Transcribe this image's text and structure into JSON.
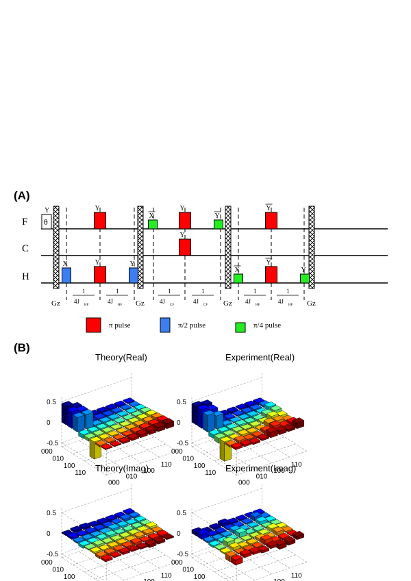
{
  "panel_a": {
    "label": "(A)",
    "channels": [
      "F",
      "C",
      "H"
    ],
    "theta_pulse": {
      "phase": "Y",
      "symbol": "θ"
    },
    "gradient_label": "Gz",
    "pulses": [
      {
        "channel": "F",
        "kind": "pi",
        "phase": "Y"
      },
      {
        "channel": "F",
        "kind": "pi4",
        "phase": "X",
        "overbar": true
      },
      {
        "channel": "F",
        "kind": "pi",
        "phase": "Y"
      },
      {
        "channel": "F",
        "kind": "pi4",
        "phase": "Y",
        "overbar": true
      },
      {
        "channel": "F",
        "kind": "pi",
        "phase": "Y",
        "overbar": true
      },
      {
        "channel": "C",
        "kind": "pi",
        "phase": "Y"
      },
      {
        "channel": "H",
        "kind": "pi2",
        "phase": "X"
      },
      {
        "channel": "H",
        "kind": "pi",
        "phase": "Y"
      },
      {
        "channel": "H",
        "kind": "pi2",
        "phase": "Y"
      },
      {
        "channel": "H",
        "kind": "pi4",
        "phase": "X",
        "overbar": true
      },
      {
        "channel": "H",
        "kind": "pi",
        "phase": "Y",
        "overbar": true
      },
      {
        "channel": "H",
        "kind": "pi4",
        "phase": "Y"
      }
    ],
    "delays": [
      {
        "num": "1",
        "den": "4J",
        "sub": "HF"
      },
      {
        "num": "1",
        "den": "4J",
        "sub": "HF"
      },
      {
        "num": "1",
        "den": "4J",
        "sub": "CF"
      },
      {
        "num": "1",
        "den": "4J",
        "sub": "CF"
      },
      {
        "num": "1",
        "den": "4J",
        "sub": "HF"
      },
      {
        "num": "1",
        "den": "4J",
        "sub": "HF"
      }
    ],
    "legend": [
      {
        "label": "π  pulse",
        "color": "#ff0000"
      },
      {
        "label": "π/2  pulse",
        "color": "#3d7ff0"
      },
      {
        "label": "π/4  pulse",
        "color": "#22ee22"
      }
    ]
  },
  "panel_b": {
    "label": "(B)",
    "plots": [
      {
        "title": "Theory(Real)",
        "variant": "real_theory"
      },
      {
        "title": "Experiment(Real)",
        "variant": "real_exp"
      },
      {
        "title": "Theory(Imag)",
        "variant": "imag_theory"
      },
      {
        "title": "Experiment(Imag)",
        "variant": "imag_exp"
      }
    ],
    "z_ticks": [
      "0.5",
      "0",
      "-0.5"
    ],
    "row_ticks": [
      "000",
      "010",
      "100",
      "110"
    ],
    "col_ticks": [
      "000",
      "010",
      "100",
      "110"
    ]
  }
}
